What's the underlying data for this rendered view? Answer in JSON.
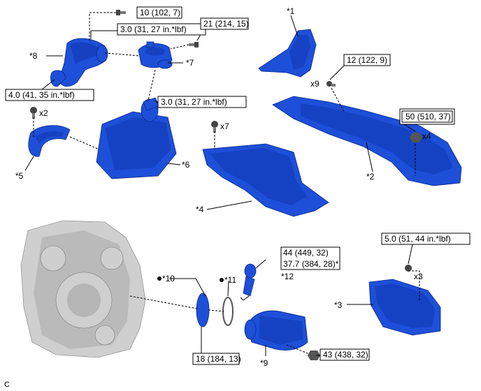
{
  "parts": {
    "p1": "*1",
    "p2": "*2",
    "p3": "*3",
    "p4": "*4",
    "p5": "*5",
    "p6": "*6",
    "p7": "*7",
    "p8": "*8",
    "p9": "*9",
    "p10": "*10",
    "p11": "*11",
    "p12": "*12"
  },
  "torques": {
    "t10_102_7": "10 (102, 7)",
    "t3_0_top": "3.0 (31, 27 in.*lbf)",
    "t21": "21 (214, 15)",
    "t4_0": "4.0 (41, 35 in.*lbf)",
    "t3_0_mid": "3.0 (31, 27 in.*lbf)",
    "t12": "12 (122, 9)",
    "t50": "50 (510, 37)",
    "t5_0": "5.0 (51, 44 in.*lbf)",
    "t44": "44 (449, 32)",
    "t37_7": "37.7 (384, 28)*",
    "t18": "18 (184, 13)",
    "t43": "43 (438, 32)"
  },
  "quantities": {
    "x2": "x2",
    "x7": "x7",
    "x9": "x9",
    "x4": "x4",
    "x3": "x3"
  },
  "corner_code": "C"
}
